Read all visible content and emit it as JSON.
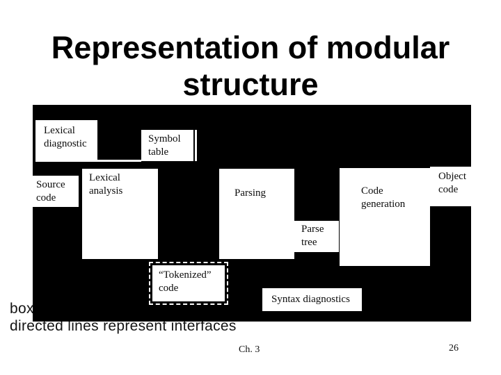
{
  "slide": {
    "title_line1": "Representation of modular",
    "title_line2": "structure",
    "caption_line1_visible": "box",
    "caption_line2": "directed lines represent interfaces",
    "footer": {
      "chapter": "Ch. 3",
      "page_number": "26"
    }
  },
  "colors": {
    "diagram_background": "#000000",
    "box_fill": "#ffffff",
    "text": "#000000"
  },
  "diagram": {
    "description": "compiler modular structure block diagram, white boxes on black background",
    "boxes": [
      {
        "id": "lexical-diagnostic",
        "lines": [
          "Lexical",
          "diagnostic"
        ]
      },
      {
        "id": "symbol-table",
        "lines": [
          "Symbol",
          "table"
        ]
      },
      {
        "id": "source-code",
        "lines": [
          "Source",
          "code"
        ]
      },
      {
        "id": "lexical-analysis",
        "lines": [
          "Lexical",
          "analysis"
        ]
      },
      {
        "id": "parsing",
        "lines": [
          "Parsing"
        ]
      },
      {
        "id": "parse-tree",
        "lines": [
          "Parse",
          "tree"
        ]
      },
      {
        "id": "code-generation",
        "lines": [
          "Code",
          "generation"
        ]
      },
      {
        "id": "object-code",
        "lines": [
          "Object",
          "code"
        ]
      },
      {
        "id": "tokenized-code",
        "lines": [
          "“Tokenized”",
          "code"
        ]
      },
      {
        "id": "syntax-diagnostics",
        "lines": [
          "Syntax diagnostics"
        ]
      }
    ]
  }
}
